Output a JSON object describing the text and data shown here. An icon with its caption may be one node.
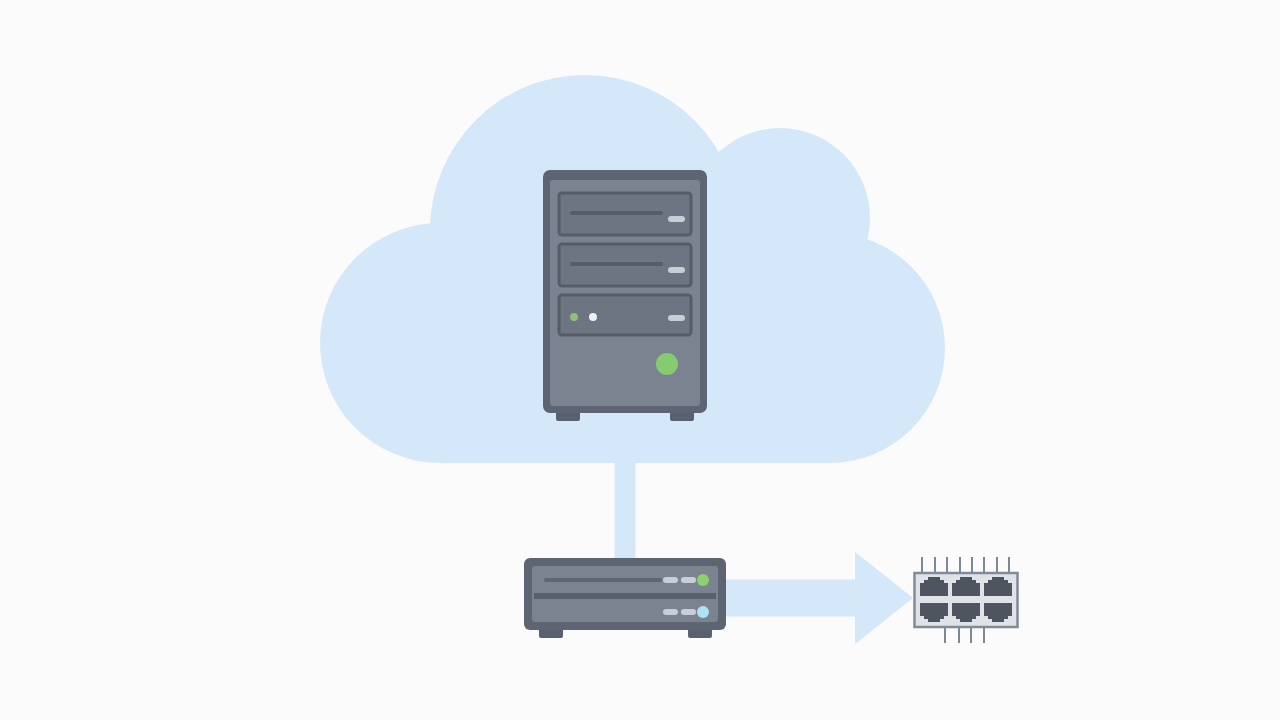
{
  "diagram": {
    "nodes": [
      {
        "text": [],
        "shape": "cloud"
      },
      {
        "text": [],
        "shape": "picture",
        "in": 0
      },
      {
        "text": [],
        "shape": "picture"
      },
      {
        "text": [],
        "shape": "picture"
      }
    ],
    "edges": [
      {
        "from": 0,
        "to": 2,
        "arrow": "none"
      },
      {
        "from": 2,
        "to": 3,
        "arrow": "to"
      }
    ]
  }
}
